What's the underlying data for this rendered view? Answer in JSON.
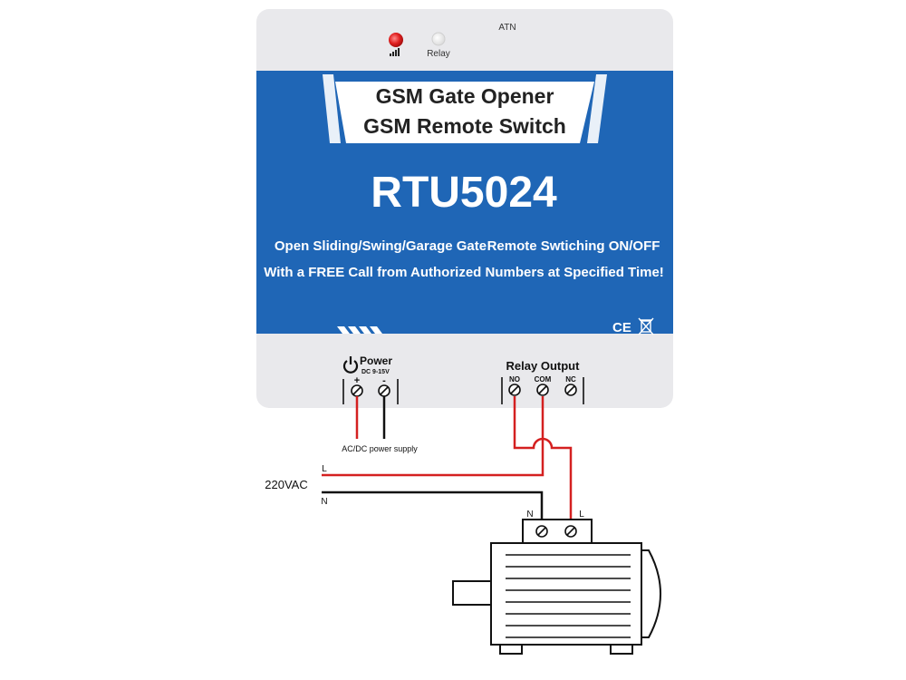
{
  "device": {
    "indicators": {
      "atn_label": "ATN",
      "relay_label": "Relay"
    },
    "banner": {
      "title_line1": "GSM Gate Opener",
      "title_line2": "GSM Remote Switch",
      "model": "RTU5024",
      "feature_left": "Open Sliding/Swing/Garage Gate",
      "feature_right": "Remote Swtiching ON/OFF",
      "tagline": "With a FREE Call from Authorized Numbers at Specified Time!",
      "cert_marks": "CE"
    },
    "power": {
      "label": "Power",
      "spec": "DC 9-15V",
      "plus": "+",
      "minus": "-"
    },
    "relay_output": {
      "label": "Relay Output",
      "terminals": [
        "NO",
        "COM",
        "NC"
      ]
    }
  },
  "wiring": {
    "supply_note": "AC/DC power supply",
    "mains_label": "220VAC",
    "line_label": "L",
    "neutral_label": "N",
    "motor_n_label": "N",
    "motor_l_label": "L"
  },
  "colors": {
    "panel_gray": "#e9e9ec",
    "banner_blue": "#1f66b6",
    "wire_red": "#d42020",
    "wire_black": "#111111",
    "led_red": "#e02020"
  }
}
